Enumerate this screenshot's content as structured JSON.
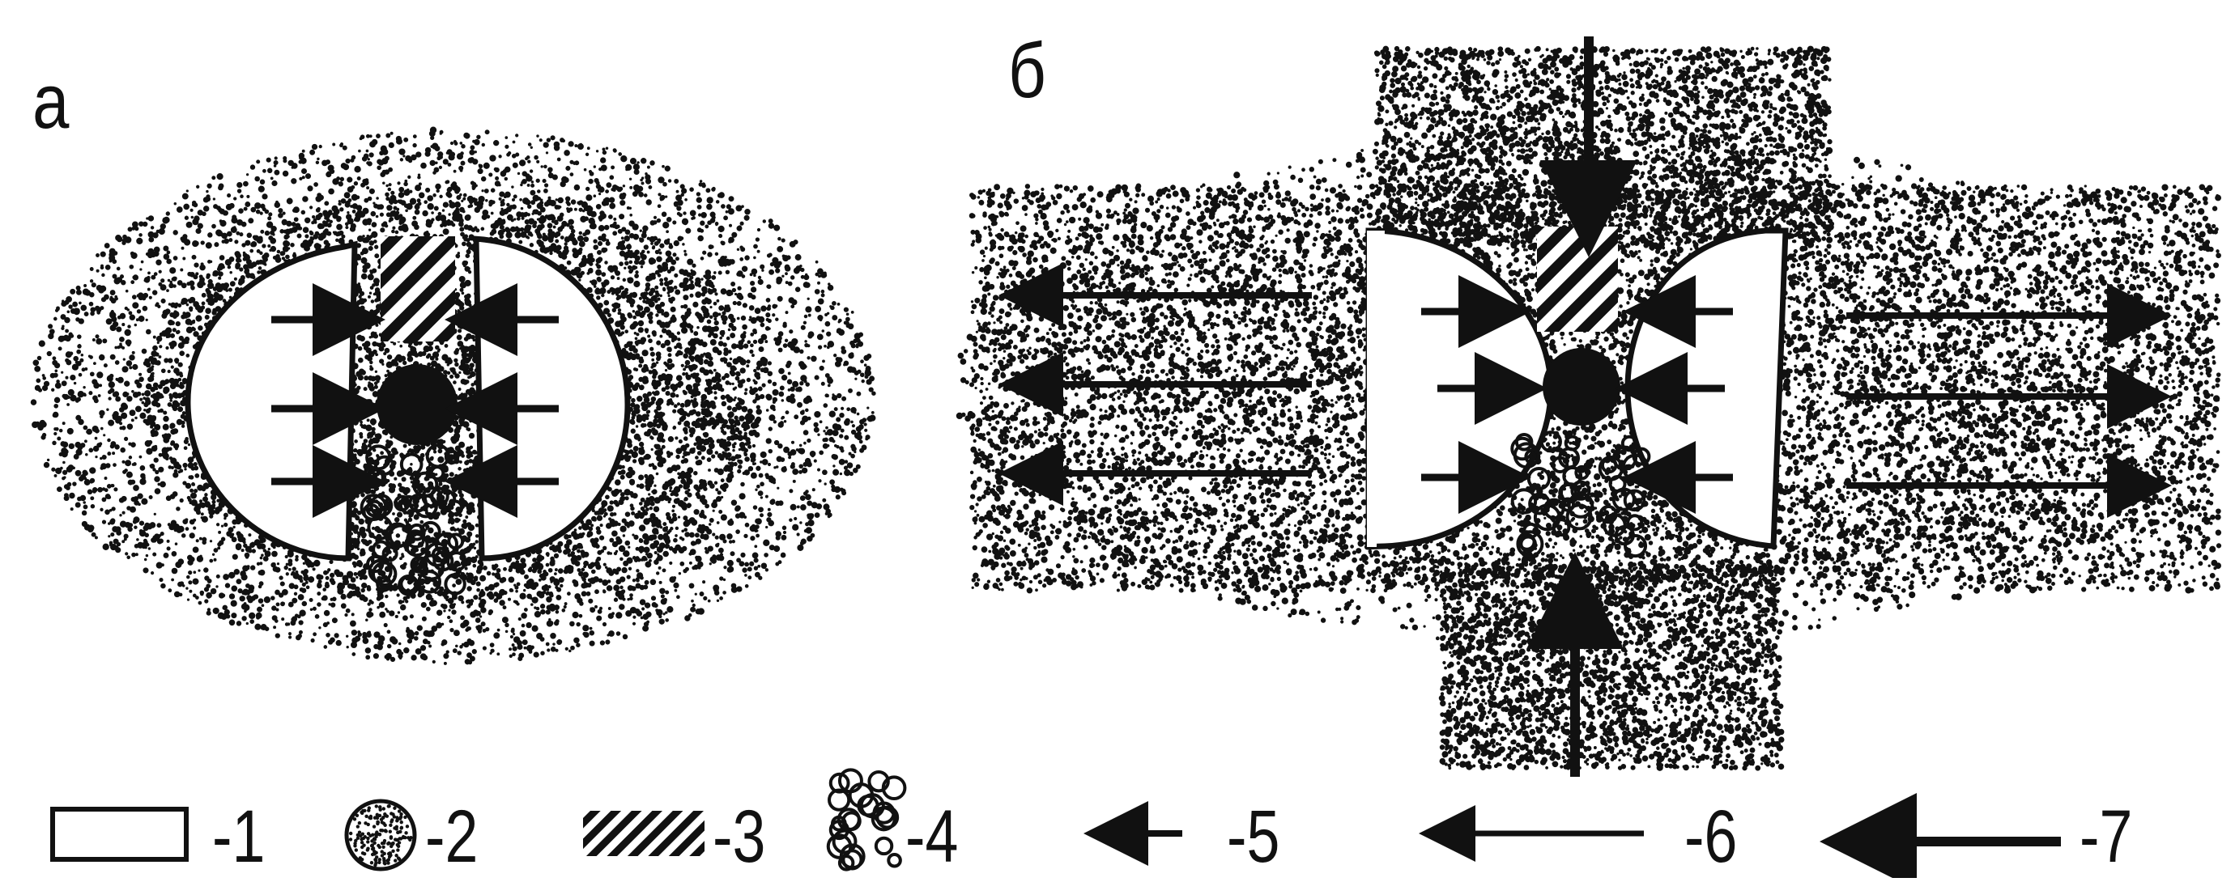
{
  "panels": [
    {
      "label": "а"
    },
    {
      "label": "б"
    }
  ],
  "legend": [
    {
      "num": "-1",
      "symbol": "white-rectangle"
    },
    {
      "num": "-2",
      "symbol": "stippled-circle"
    },
    {
      "num": "-3",
      "symbol": "hatched-bar"
    },
    {
      "num": "-4",
      "symbol": "granular-cluster"
    },
    {
      "num": "-5",
      "symbol": "short-arrow"
    },
    {
      "num": "-6",
      "symbol": "long-arrow"
    },
    {
      "num": "-7",
      "symbol": "bold-long-arrow"
    }
  ],
  "colors": {
    "ink": "#111111",
    "paper": "#ffffff"
  }
}
